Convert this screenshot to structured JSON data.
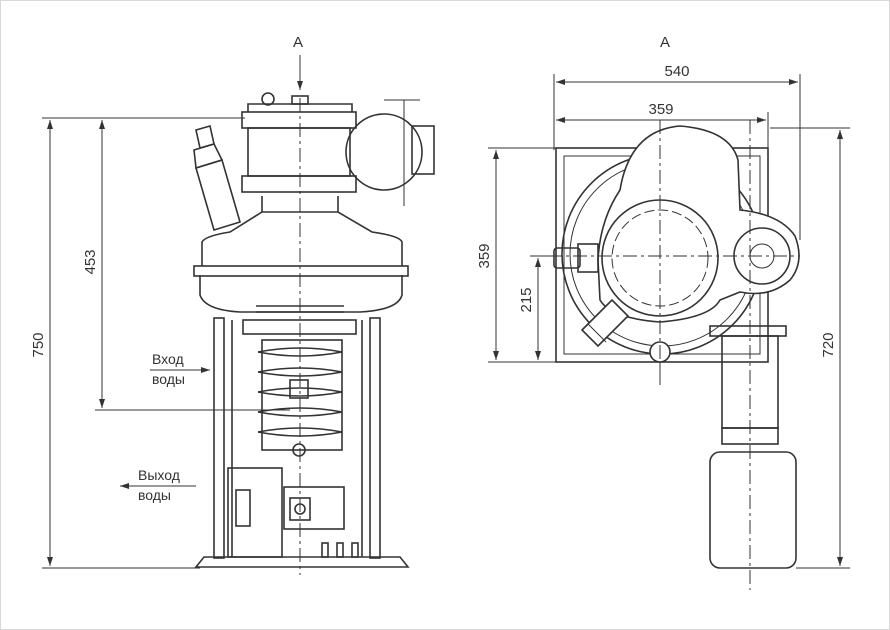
{
  "views": {
    "section_marker_left": "A",
    "section_marker_right": "A"
  },
  "dimensions": {
    "total_height": "750",
    "inlet_height": "453",
    "width_total": "540",
    "width_body": "359",
    "height_body": "359",
    "height_axis": "215",
    "height_right": "720"
  },
  "labels": {
    "water_in_line1": "Вход",
    "water_in_line2": "воды",
    "water_out_line1": "Выход",
    "water_out_line2": "воды"
  },
  "colors": {
    "line": "#333333",
    "background": "#ffffff"
  }
}
